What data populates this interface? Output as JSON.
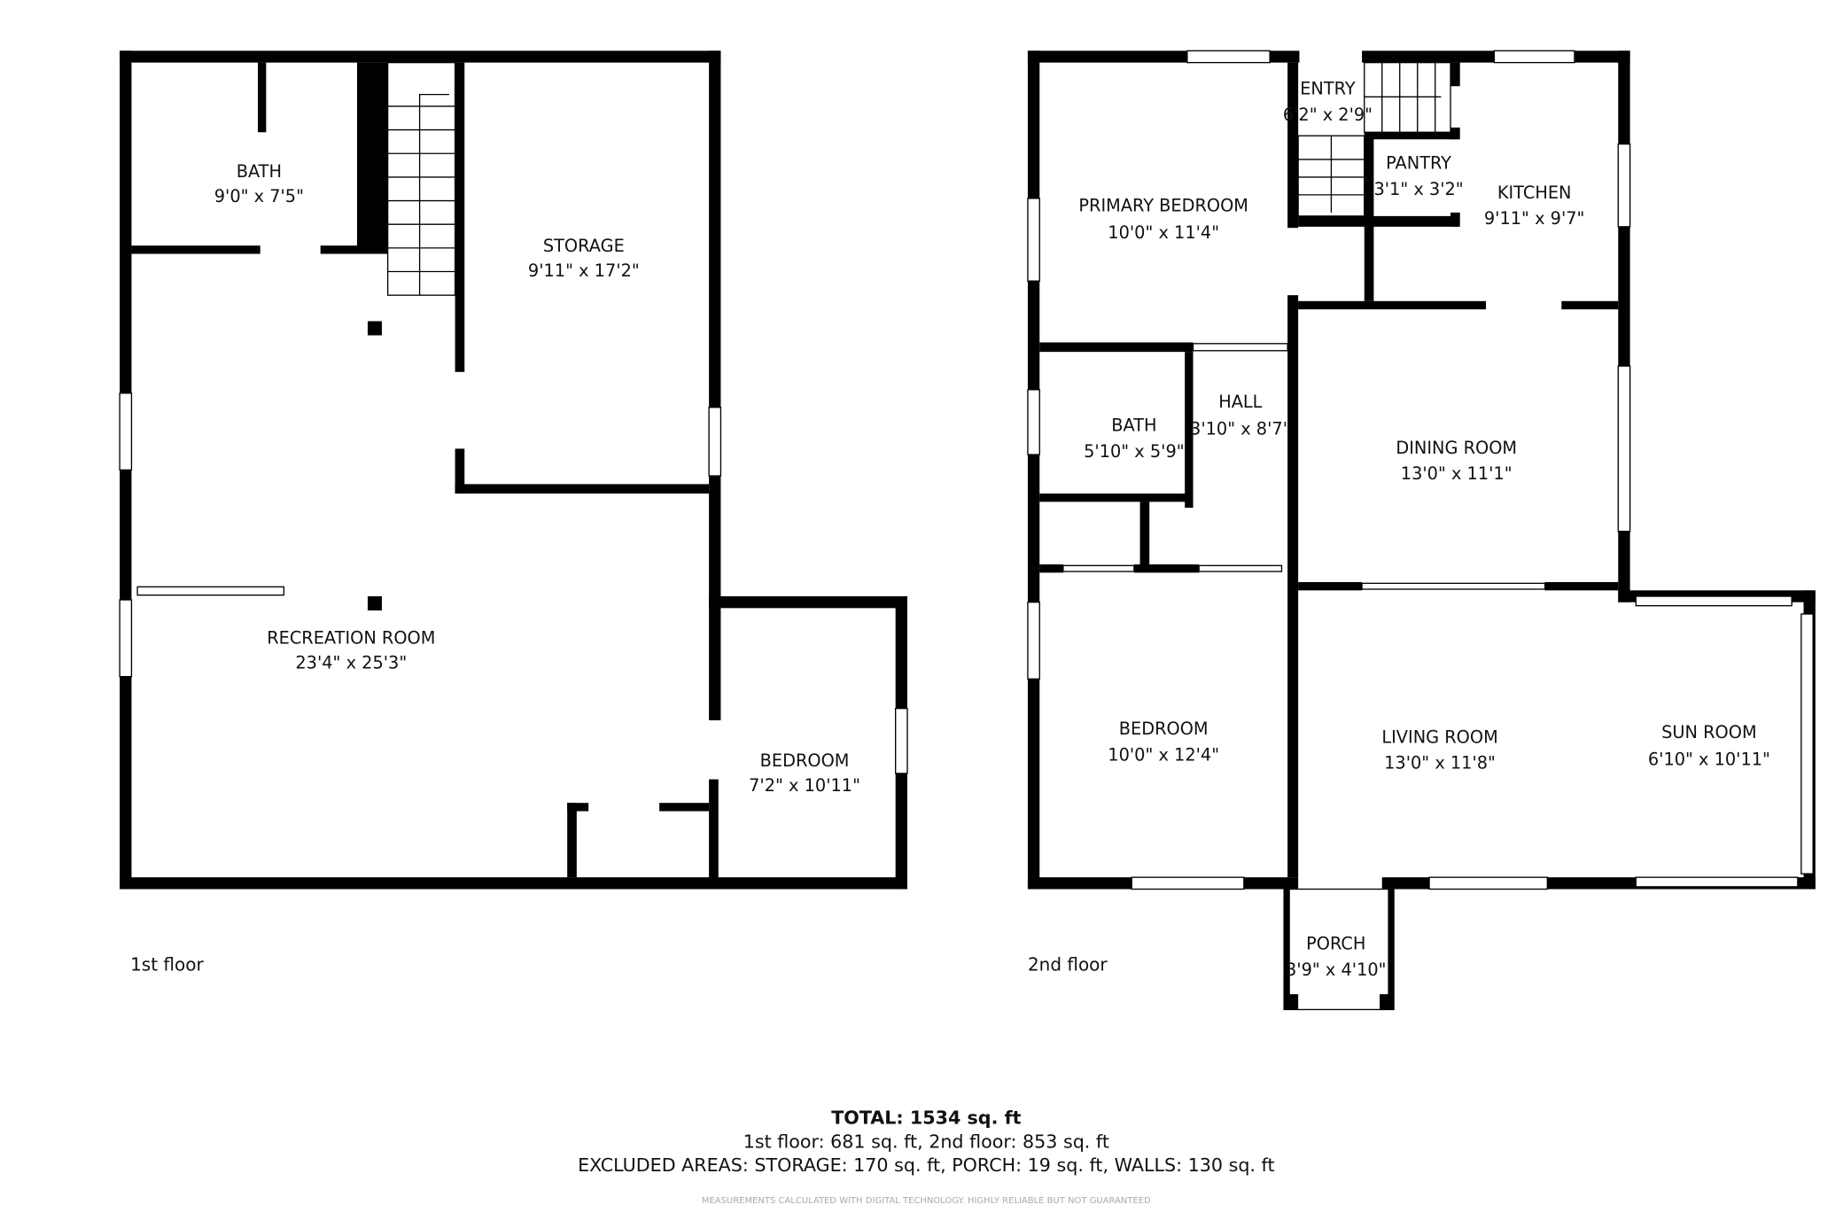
{
  "floors": [
    {
      "label": "1st floor",
      "rooms": [
        {
          "name": "BATH",
          "dims": "9'0\" x 7'5\""
        },
        {
          "name": "STORAGE",
          "dims": "9'11\" x 17'2\""
        },
        {
          "name": "RECREATION ROOM",
          "dims": "23'4\" x 25'3\""
        },
        {
          "name": "BEDROOM",
          "dims": "7'2\" x 10'11\""
        }
      ]
    },
    {
      "label": "2nd floor",
      "rooms": [
        {
          "name": "PRIMARY BEDROOM",
          "dims": "10'0\" x 11'4\""
        },
        {
          "name": "ENTRY",
          "dims": "6'2\" x 2'9\""
        },
        {
          "name": "PANTRY",
          "dims": "3'1\" x 3'2\""
        },
        {
          "name": "KITCHEN",
          "dims": "9'11\" x 9'7\""
        },
        {
          "name": "BATH",
          "dims": "5'10\" x 5'9\""
        },
        {
          "name": "HALL",
          "dims": "3'10\" x 8'7\""
        },
        {
          "name": "DINING ROOM",
          "dims": "13'0\" x 11'1\""
        },
        {
          "name": "BEDROOM",
          "dims": "10'0\" x 12'4\""
        },
        {
          "name": "LIVING ROOM",
          "dims": "13'0\" x 11'8\""
        },
        {
          "name": "SUN ROOM",
          "dims": "6'10\" x 10'11\""
        },
        {
          "name": "PORCH",
          "dims": "3'9\" x 4'10\""
        }
      ]
    }
  ],
  "summary": {
    "total": "TOTAL: 1534 sq. ft",
    "floors": "1st floor: 681 sq. ft, 2nd floor: 853 sq. ft",
    "excluded": "EXCLUDED AREAS: STORAGE: 170 sq. ft, PORCH: 19 sq. ft, WALLS: 130 sq. ft",
    "disclaimer": "MEASUREMENTS CALCULATED WITH DIGITAL TECHNOLOGY. HIGHLY RELIABLE BUT NOT GUARANTEED"
  },
  "colors": {
    "wall": "#000000",
    "background": "#ffffff",
    "disclaimer": "#aaaaaa"
  }
}
